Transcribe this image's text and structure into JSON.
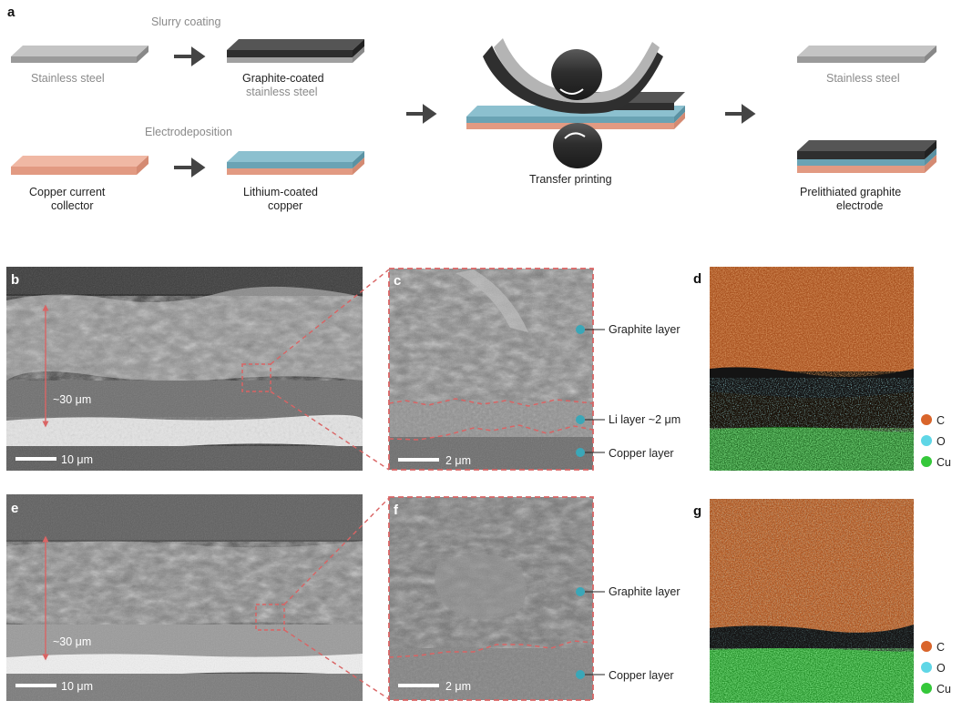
{
  "panel_a": {
    "letter": "a",
    "slurry_coating": "Slurry coating",
    "electrodeposition": "Electrodeposition",
    "stainless_steel": "Stainless steel",
    "graphite_coated_l1": "Graphite-coated",
    "graphite_coated_l2": "stainless steel",
    "copper_collector_l1": "Copper current",
    "copper_collector_l2": "collector",
    "lithium_coated_l1": "Lithium-coated",
    "lithium_coated_l2": "copper",
    "transfer_printing": "Transfer printing",
    "stainless_steel_out": "Stainless steel",
    "prelithiated_l1": "Prelithiated graphite",
    "prelithiated_l2": "electrode"
  },
  "panel_b": {
    "letter": "b",
    "thickness": "~30 μm",
    "scale_bar": "10 μm"
  },
  "panel_c": {
    "letter": "c",
    "scale_bar": "2 μm",
    "graphite_layer": "Graphite layer",
    "li_layer": "Li layer ~2 μm",
    "copper_layer": "Copper layer"
  },
  "panel_d": {
    "letter": "d"
  },
  "panel_e": {
    "letter": "e",
    "thickness": "~30 μm",
    "scale_bar": "10 μm"
  },
  "panel_f": {
    "letter": "f",
    "scale_bar": "2 μm",
    "graphite_layer": "Graphite layer",
    "copper_layer": "Copper layer"
  },
  "panel_g": {
    "letter": "g"
  },
  "legend": [
    {
      "label": "C",
      "color": "#d9652b"
    },
    {
      "label": "O",
      "color": "#5fd6e6"
    },
    {
      "label": "Cu",
      "color": "#35c83a"
    }
  ],
  "colors": {
    "steel": "#a8a8a8",
    "graphite": "#3a3a3a",
    "copper": "#e8a590",
    "lithium": "#6fa8b8",
    "dashed": "#d96464",
    "arrow": "#444444",
    "eds_carbon": "#c8622a",
    "eds_oxygen": "#5fd6e6",
    "eds_copper": "#35c83a"
  }
}
